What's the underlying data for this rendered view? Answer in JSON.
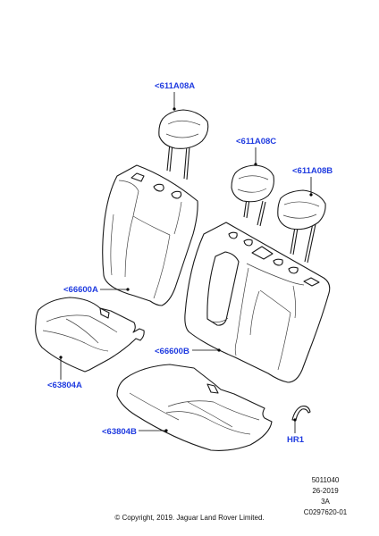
{
  "colors": {
    "callout": "#1f3be0",
    "line": "#1a1a1a",
    "background": "#ffffff"
  },
  "callouts": {
    "headrest_center": "<611A08A",
    "headrest_left": "<611A08C",
    "headrest_right": "<611A08B",
    "backrest_small": "<66600A",
    "backrest_large": "<66600B",
    "cushion_small": "<63804A",
    "cushion_large": "<63804B",
    "hook": "HR1"
  },
  "reference": {
    "number": "5011040",
    "date": "26-2019",
    "revision": "3A",
    "code": "C0297620-01"
  },
  "copyright": "© Copyright, 2019. Jaguar Land Rover Limited."
}
